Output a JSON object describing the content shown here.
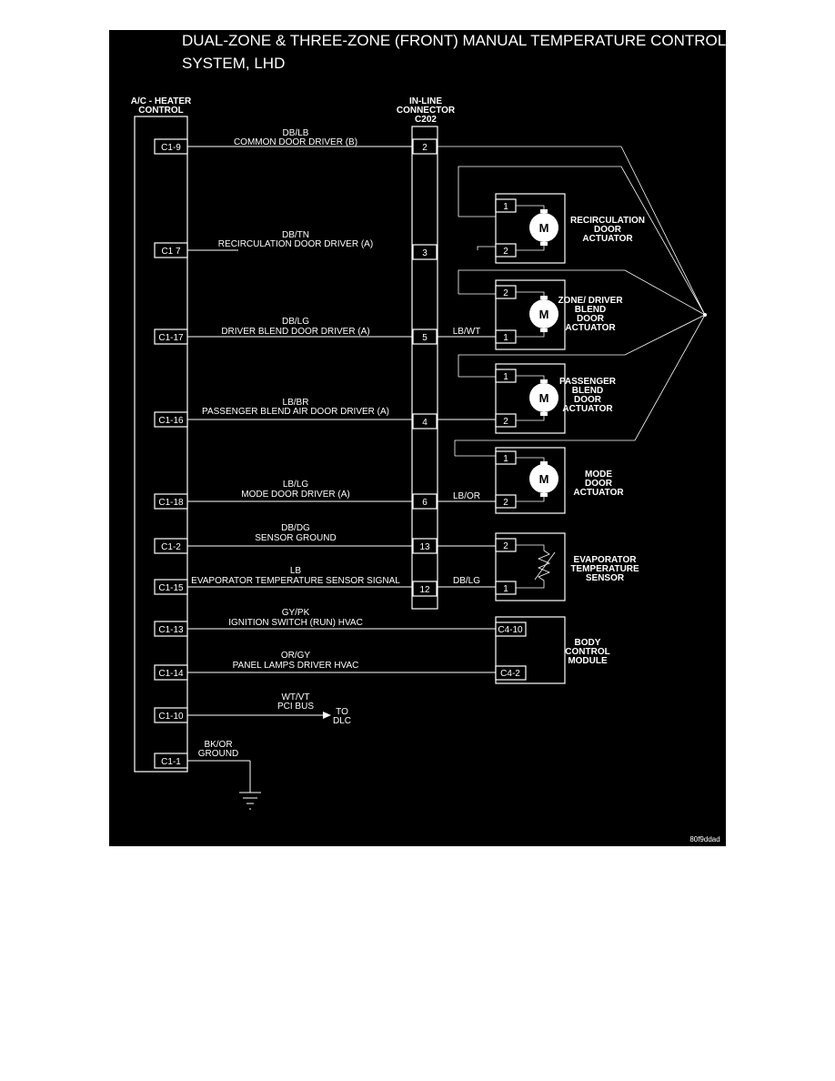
{
  "title": {
    "line1": "DUAL-ZONE & THREE-ZONE (FRONT) MANUAL TEMPERATURE CONTROL",
    "line2": "SYSTEM, LHD"
  },
  "heater_control": {
    "line1": "A/C - HEATER",
    "line2": "CONTROL"
  },
  "inline_connector": {
    "line1": "IN-LINE",
    "line2": "CONNECTOR",
    "line3": "C202"
  },
  "pins": {
    "c1_9": "C1-9",
    "c1_7": "C1 7",
    "c1_17": "C1-17",
    "c1_16": "C1-16",
    "c1_18": "C1-18",
    "c1_2": "C1-2",
    "c1_15": "C1-15",
    "c1_13": "C1-13",
    "c1_14": "C1-14",
    "c1_10": "C1-10",
    "c1_1": "C1-1"
  },
  "wires": {
    "w1": {
      "color": "DB/LB",
      "name": "COMMON DOOR DRIVER (B)"
    },
    "w2": {
      "color": "DB/TN",
      "name": "RECIRCULATION DOOR DRIVER (A)"
    },
    "w3": {
      "color": "DB/LG",
      "name": "DRIVER BLEND DOOR DRIVER (A)"
    },
    "w4": {
      "color": "LB/BR",
      "name": "PASSENGER BLEND AIR DOOR DRIVER (A)"
    },
    "w5": {
      "color": "LB/LG",
      "name": "MODE DOOR DRIVER (A)"
    },
    "w6": {
      "color": "DB/DG",
      "name": "SENSOR GROUND"
    },
    "w7": {
      "color": "LB",
      "name": "EVAPORATOR TEMPERATURE SENSOR SIGNAL"
    },
    "w8": {
      "color": "GY/PK",
      "name": "IGNITION SWITCH (RUN) HVAC"
    },
    "w9": {
      "color": "OR/GY",
      "name": "PANEL LAMPS DRIVER HVAC"
    },
    "w10": {
      "color": "WT/VT",
      "name": "PCI BUS"
    },
    "w11": {
      "color": "BK/OR",
      "name": "GROUND"
    }
  },
  "connector_pins": {
    "p2": "2",
    "p3": "3",
    "p5": "5",
    "p4": "4",
    "p6": "6",
    "p13": "13",
    "p12": "12"
  },
  "right_wires": {
    "lbwt": "LB/WT",
    "lbor": "LB/OR",
    "dblg": "DB/LG"
  },
  "to_dlc": {
    "line1": "TO",
    "line2": "DLC"
  },
  "motor_letter": "M",
  "recirc": {
    "line1": "RECIRCULATION",
    "line2": "DOOR",
    "line3": "ACTUATOR",
    "pin_top": "1",
    "pin_bot": "2"
  },
  "zone": {
    "line1": "ZONE/ DRIVER",
    "line2": "BLEND",
    "line3": "DOOR",
    "line4": "ACTUATOR",
    "pin_top": "2",
    "pin_bot": "1"
  },
  "passenger": {
    "line1": "PASSENGER",
    "line2": "BLEND",
    "line3": "DOOR",
    "line4": "ACTUATOR",
    "pin_top": "1",
    "pin_bot": "2"
  },
  "mode": {
    "line1": "MODE",
    "line2": "DOOR",
    "line3": "ACTUATOR",
    "pin_top": "1",
    "pin_bot": "2"
  },
  "evap": {
    "line1": "EVAPORATOR",
    "line2": "TEMPERATURE",
    "line3": "SENSOR",
    "pin_top": "2",
    "pin_bot": "1"
  },
  "bcm": {
    "line1": "BODY",
    "line2": "CONTROL",
    "line3": "MODULE",
    "pin_top": "C4-10",
    "pin_bot": "C4-2"
  },
  "image_code": "80f9ddad"
}
